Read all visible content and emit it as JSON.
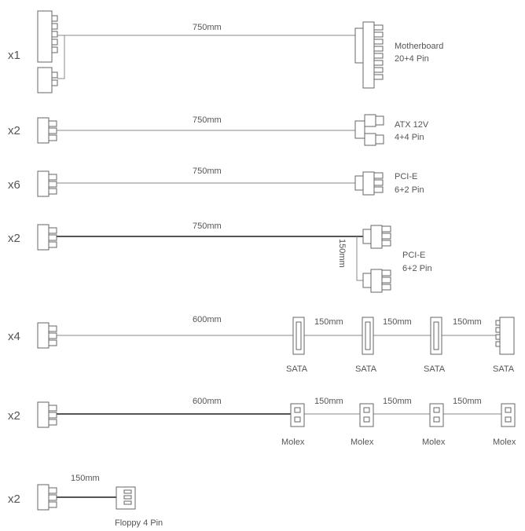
{
  "rows": [
    {
      "count": "x1",
      "length": "750mm",
      "label1": "Motherboard",
      "label2": "20+4 Pin"
    },
    {
      "count": "x2",
      "length": "750mm",
      "label1": "ATX 12V",
      "label2": "4+4 Pin"
    },
    {
      "count": "x6",
      "length": "750mm",
      "label1": "PCI-E",
      "label2": "6+2 Pin"
    },
    {
      "count": "x2",
      "length": "750mm",
      "branch": "150mm",
      "label1": "PCI-E",
      "label2": "6+2 Pin"
    },
    {
      "count": "x4",
      "length": "600mm",
      "seg1": "150mm",
      "seg2": "150mm",
      "seg3": "150mm",
      "conn": [
        "SATA",
        "SATA",
        "SATA",
        "SATA"
      ]
    },
    {
      "count": "x2",
      "length": "600mm",
      "seg1": "150mm",
      "seg2": "150mm",
      "seg3": "150mm",
      "conn": [
        "Molex",
        "Molex",
        "Molex",
        "Molex"
      ]
    },
    {
      "count": "x2",
      "length": "150mm",
      "label1": "Floppy 4 Pin"
    }
  ]
}
